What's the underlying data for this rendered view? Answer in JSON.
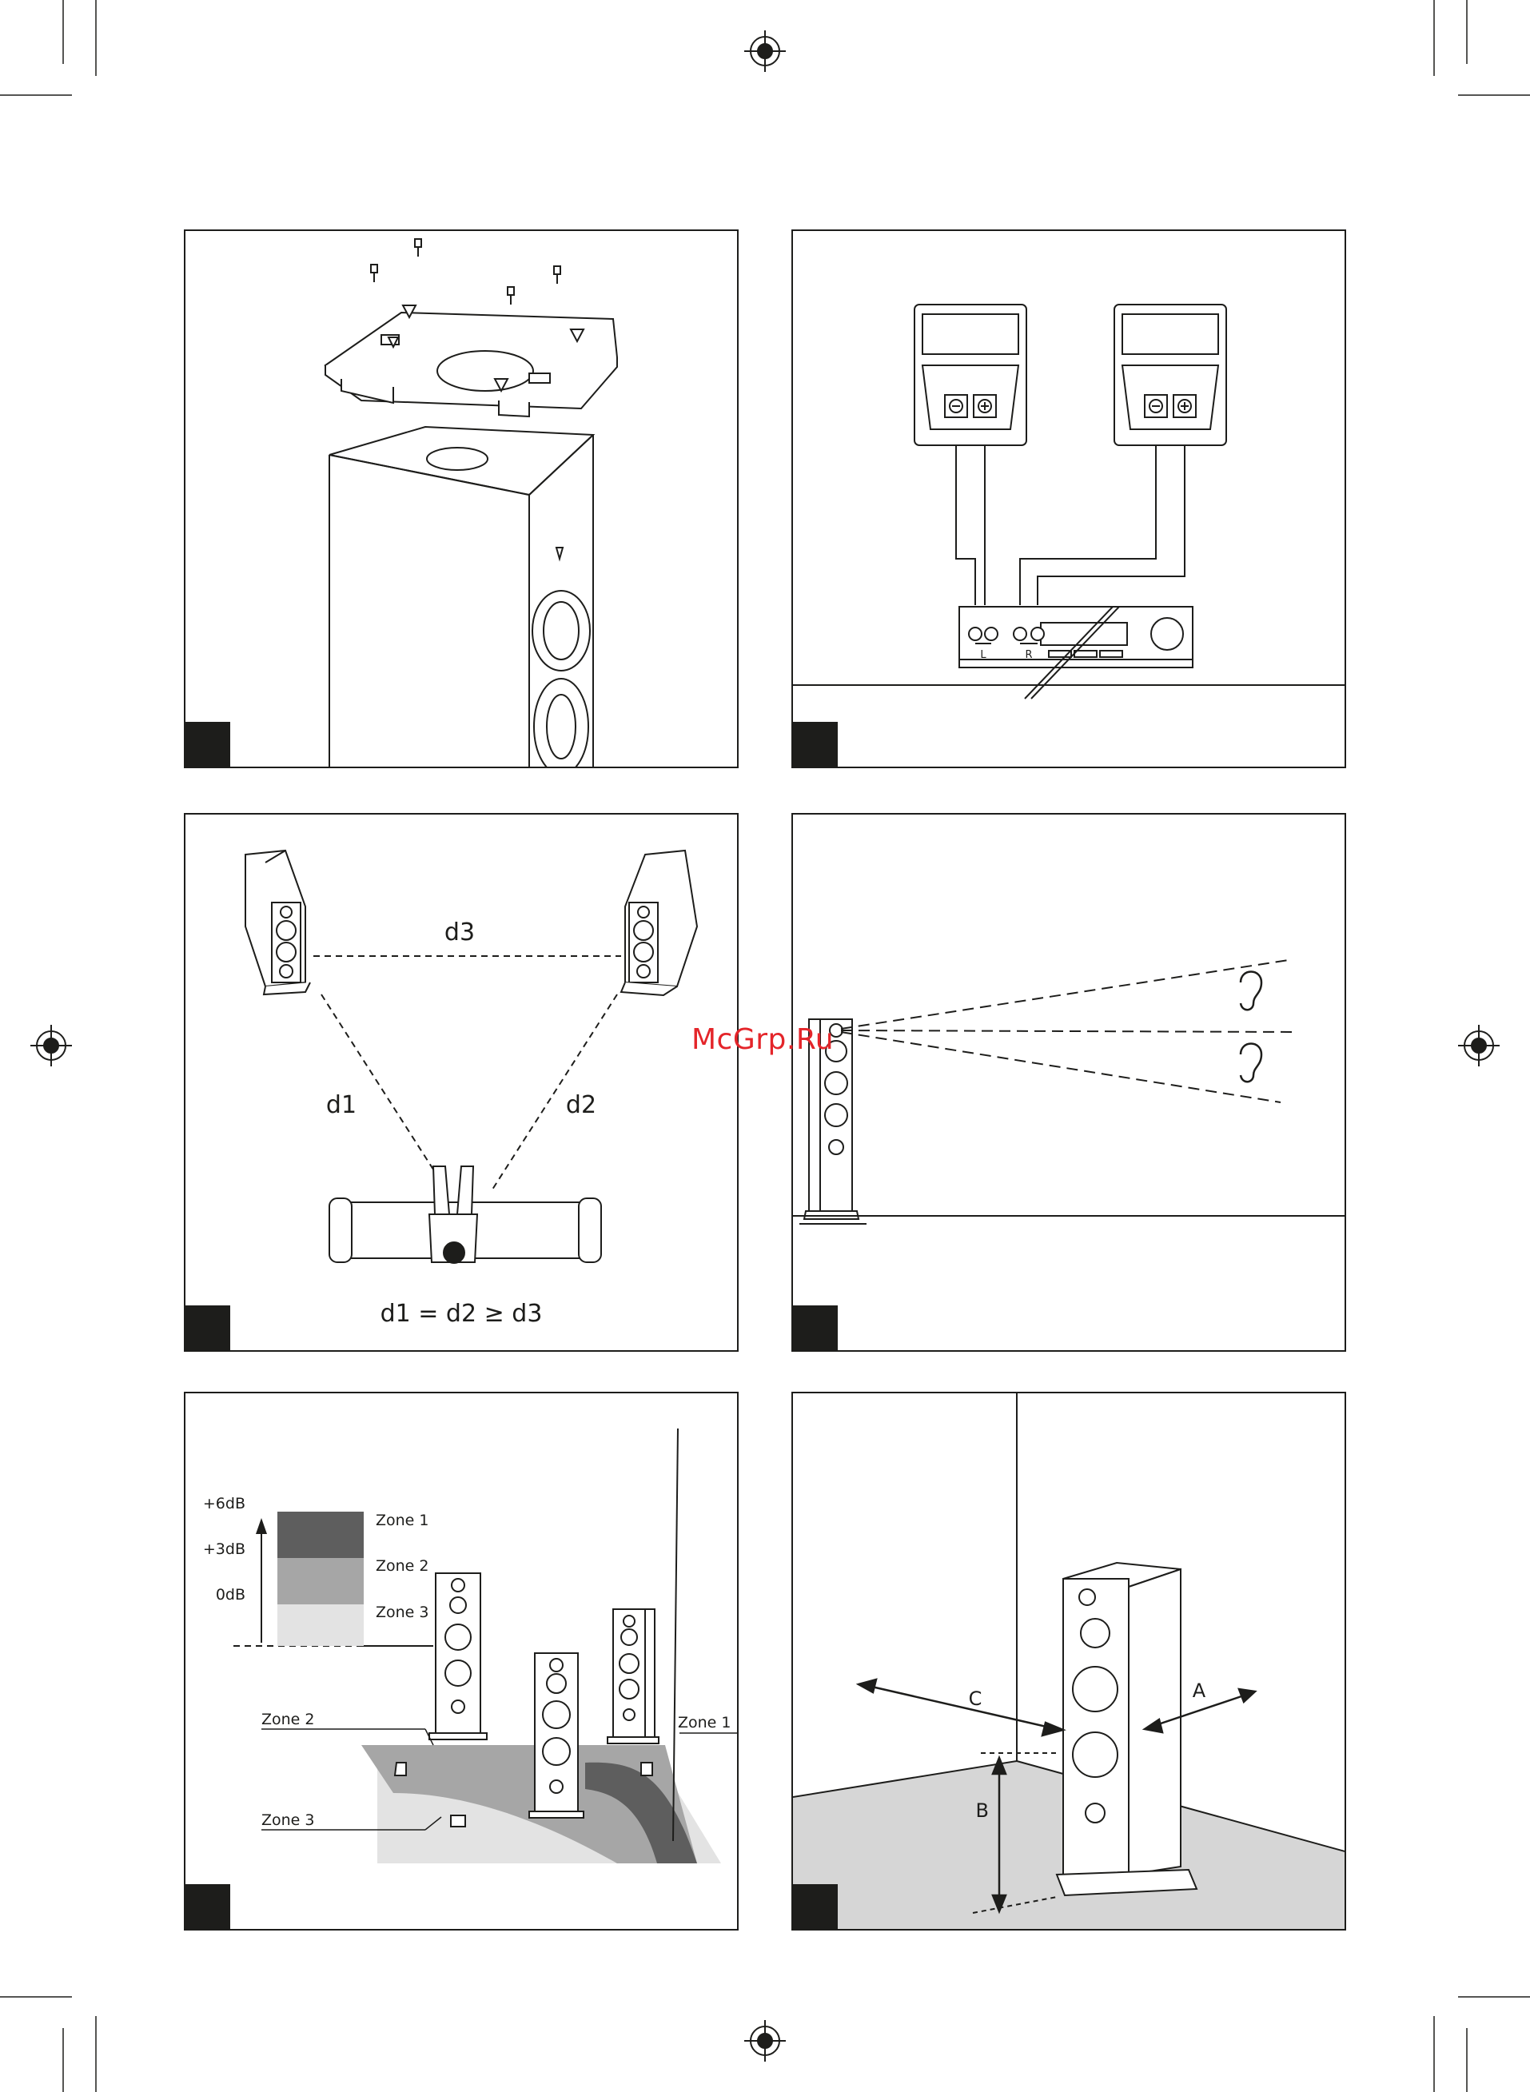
{
  "watermark": "McGrp.Ru",
  "panel2": {
    "left_label": "L",
    "right_label": "R",
    "minus": "−",
    "plus": "+"
  },
  "panel3": {
    "d1": "d1",
    "d2": "d2",
    "d3": "d3",
    "formula": "d1 = d2 ≥ d3"
  },
  "panel5": {
    "levels": [
      "+6dB",
      "+3dB",
      "0dB"
    ],
    "legend": [
      "Zone 1",
      "Zone 2",
      "Zone 3"
    ],
    "floor_zone_2": "Zone 2",
    "floor_zone_3": "Zone 3",
    "floor_zone_1": "Zone 1",
    "colors": {
      "zone1": "#5e5e5e",
      "zone2": "#a6a6a6",
      "zone3": "#e3e3e3"
    }
  },
  "panel6": {
    "a": "A",
    "b": "B",
    "c": "C"
  }
}
